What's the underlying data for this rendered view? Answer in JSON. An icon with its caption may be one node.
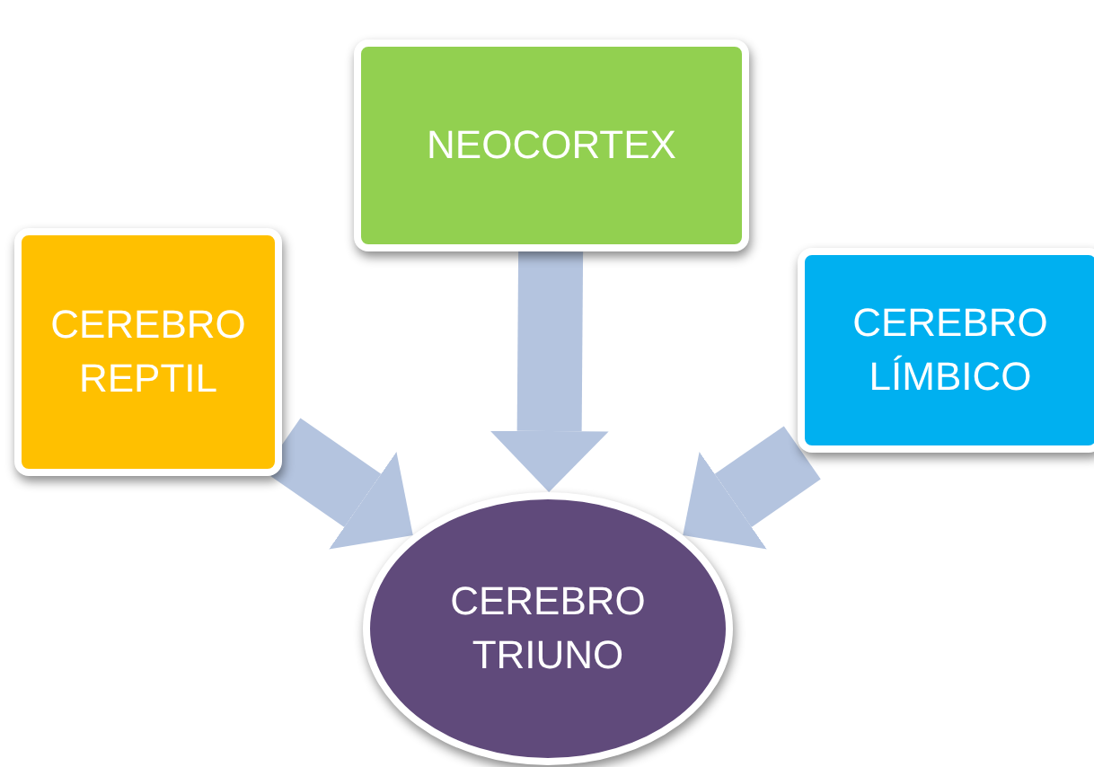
{
  "diagram": {
    "nodes": [
      {
        "text": [
          "NEOCORTEX"
        ]
      },
      {
        "text": [
          "CEREBRO REPTIL"
        ]
      },
      {
        "text": [
          "CEREBRO LÍMBICO"
        ]
      },
      {
        "text": [
          "CEREBRO TRIUNO"
        ]
      }
    ],
    "edges": [
      {
        "from": 1,
        "to": 3,
        "arrow": "to"
      },
      {
        "from": 0,
        "to": 3,
        "arrow": "to"
      },
      {
        "from": 2,
        "to": 3,
        "arrow": "to"
      }
    ]
  }
}
